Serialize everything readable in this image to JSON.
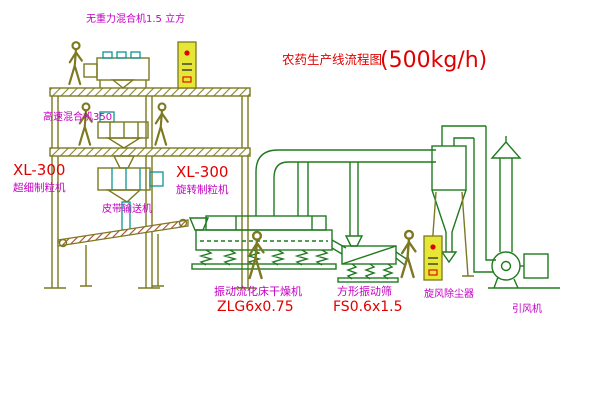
{
  "title": {
    "main": "农药生产线流程图",
    "capacity": "(500kg/h)"
  },
  "labels": {
    "top_mixer": "无重力混合机1.5 立方",
    "high_speed_mixer": "高速混合机350",
    "granulator_left": {
      "model": "XL-300",
      "name": "超细制粒机"
    },
    "granulator_mid": {
      "model": "XL-300",
      "name": "旋转制粒机"
    },
    "belt_conveyor": "皮带输送机",
    "dryer": {
      "name": "振动流化床干燥机",
      "model": "ZLG6x0.75"
    },
    "sieve": {
      "name": "方形振动筛",
      "model": "FS0.6x1.5"
    },
    "cyclone": "旋风除尘器",
    "fan": "引风机"
  },
  "colors": {
    "structure_olive": "#7c7920",
    "equipment_green": "#1f7a1f",
    "equipment_cyan": "#0d9494",
    "cabinet_yellow": "#e6e636",
    "label_magenta": "#c400c4",
    "label_red": "#e00000",
    "background": "#ffffff"
  }
}
